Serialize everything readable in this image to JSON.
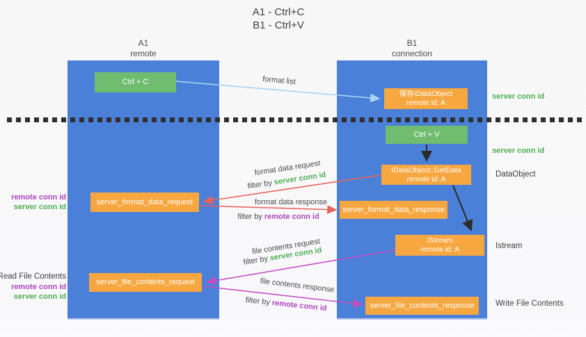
{
  "title": {
    "line1": "A1 - Ctrl+C",
    "line2": "B1 - Ctrl+V"
  },
  "lifelines": {
    "left": {
      "name": "A1",
      "role": "remote"
    },
    "right": {
      "name": "B1",
      "role": "connection"
    }
  },
  "nodes": {
    "ctrl_c": {
      "label": "Ctrl + C"
    },
    "save_dataobject": {
      "line1": "保存IDataObject",
      "line2": "remote id: A"
    },
    "ctrl_v": {
      "label": "Ctrl + V"
    },
    "getdata": {
      "line1": "IDataObject::GetData",
      "line2": "remote id: A"
    },
    "format_request": {
      "label": "server_format_data_request"
    },
    "format_response": {
      "label": "server_format_data_response"
    },
    "istream": {
      "line1": "IStream",
      "line2": "remote id: A"
    },
    "file_request": {
      "label": "server_file_contents_request"
    },
    "file_response": {
      "label": "server_file_contents_response"
    }
  },
  "arrow_labels": {
    "format_list": "format list",
    "format_data_request": "format data request",
    "format_data_response": "format data response",
    "file_contents_request": "file contents request",
    "file_contents_response": "file contents response",
    "filter_by": "filter by"
  },
  "side_labels": {
    "server_conn_id": "server conn id",
    "remote_conn_id": "remote conn id",
    "dataobject": "DataObject",
    "istream": "Istream",
    "read_file_contents": "Read File Contents",
    "write_file_contents": "Write File Contents"
  },
  "colors": {
    "lifeline_blue": "#4a80d8",
    "node_orange": "#f7a740",
    "node_green": "#71bd70",
    "server_conn_green": "#4cae52",
    "remote_conn_purple": "#ab47bc",
    "request_red": "#e8635c",
    "file_magenta": "#c24fc4",
    "format_list_blue": "#a9d3f0",
    "black_arrow": "#2b2b2b"
  }
}
